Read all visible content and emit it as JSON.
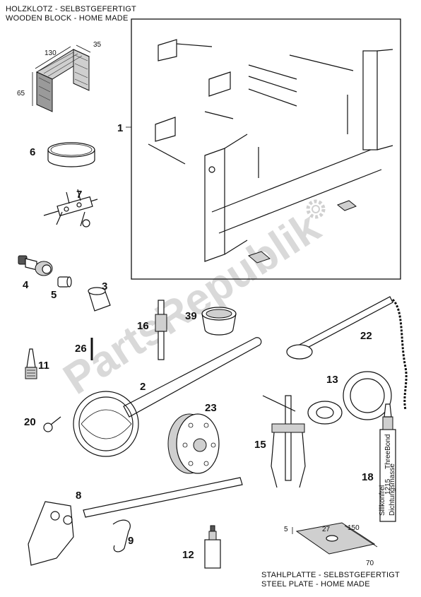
{
  "captions": {
    "wood_block": [
      "HOLZKLOTZ - SELBSTGEFERTIGT",
      "WOODEN BLOCK - HOME MADE"
    ],
    "steel_plate": [
      "STAHLPLATTE - SELBSTGEFERTIGT",
      "STEEL PLATE - HOME MADE"
    ]
  },
  "dimensions": {
    "wood_block": [
      "130",
      "35",
      "65"
    ],
    "steel_plate": [
      "5",
      "27",
      "150",
      "70"
    ]
  },
  "labels": [
    "1",
    "2",
    "3",
    "4",
    "5",
    "6",
    "7",
    "8",
    "9",
    "11",
    "12",
    "13",
    "15",
    "16",
    "18",
    "20",
    "22",
    "23",
    "26",
    "39"
  ],
  "product_text": {
    "sealant_tube": [
      "ThreeBond",
      "1215",
      "Silikonfrei",
      "Dichtungsmasse"
    ]
  },
  "watermark": "PartsRepublik"
}
